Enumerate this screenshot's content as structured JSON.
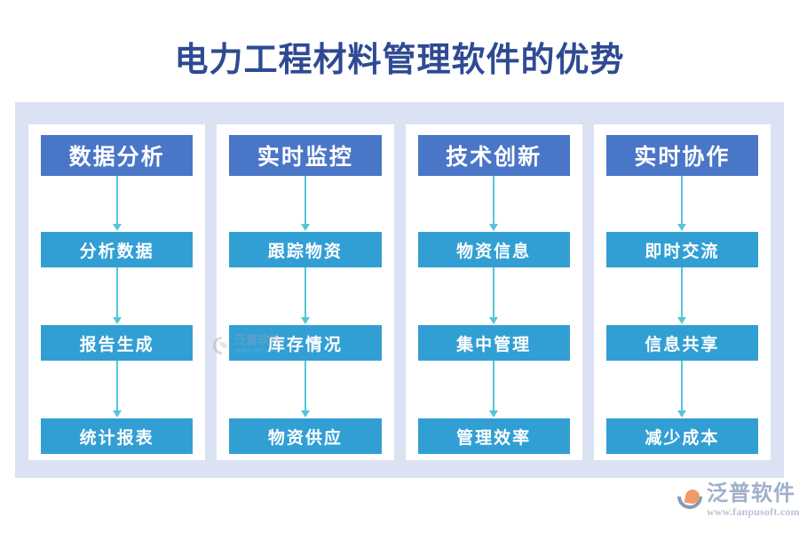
{
  "page": {
    "title": "电力工程材料管理软件的优势",
    "title_color": "#2e4a93",
    "background": "#ffffff",
    "frame_color": "#dbe2f4",
    "panel_color": "#ffffff",
    "header_box_color": "#4a76c8",
    "step_box_color": "#329fd4",
    "arrow_color": "#54c6d8"
  },
  "diagram": {
    "type": "flow-columns",
    "columns": [
      {
        "header": "数据分析",
        "steps": [
          "分析数据",
          "报告生成",
          "统计报表"
        ]
      },
      {
        "header": "实时监控",
        "steps": [
          "跟踪物资",
          "库存情况",
          "物资供应"
        ]
      },
      {
        "header": "技术创新",
        "steps": [
          "物资信息",
          "集中管理",
          "管理效率"
        ]
      },
      {
        "header": "实时协作",
        "steps": [
          "即时交流",
          "信息共享",
          "减少成本"
        ]
      }
    ]
  },
  "watermark": {
    "text": "泛普软件",
    "subtext": "FANPU SOFTWARE"
  },
  "brand": {
    "name": "泛普软件",
    "url": "www.fanpusoft.com"
  }
}
